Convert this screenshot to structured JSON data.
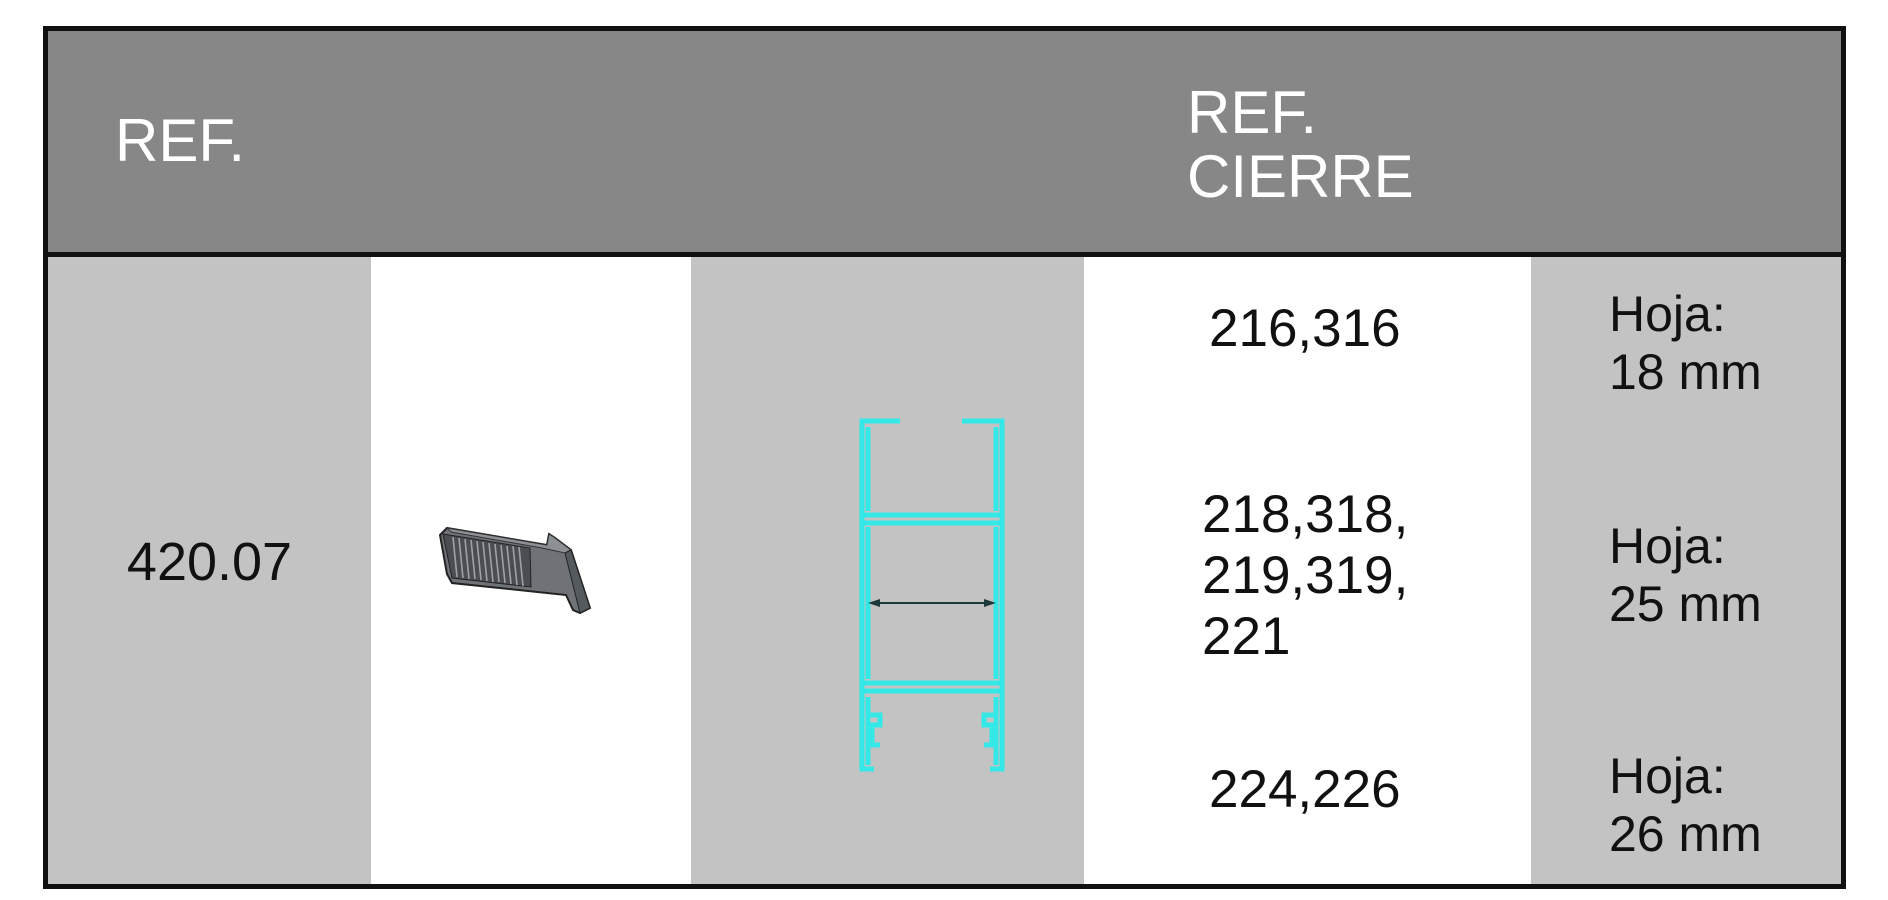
{
  "header": {
    "ref_label": "REF.",
    "cierre_label_line1": "REF.",
    "cierre_label_line2": "CIERRE"
  },
  "row": {
    "ref": "420.07",
    "closures": [
      {
        "lines": [
          "216,316"
        ],
        "hoja_label": "Hoja:",
        "hoja_value": "18 mm"
      },
      {
        "lines": [
          "218,318,",
          "219,319,",
          "221"
        ],
        "hoja_label": "Hoja:",
        "hoja_value": "25 mm"
      },
      {
        "lines": [
          "224,226"
        ],
        "hoja_label": "Hoja:",
        "hoja_value": "26 mm"
      }
    ]
  },
  "colors": {
    "header_bg": "#878787",
    "cell_grey": "#c3c3c3",
    "profile_cyan": "#35e8e8",
    "part_grey": "#6f7377"
  }
}
